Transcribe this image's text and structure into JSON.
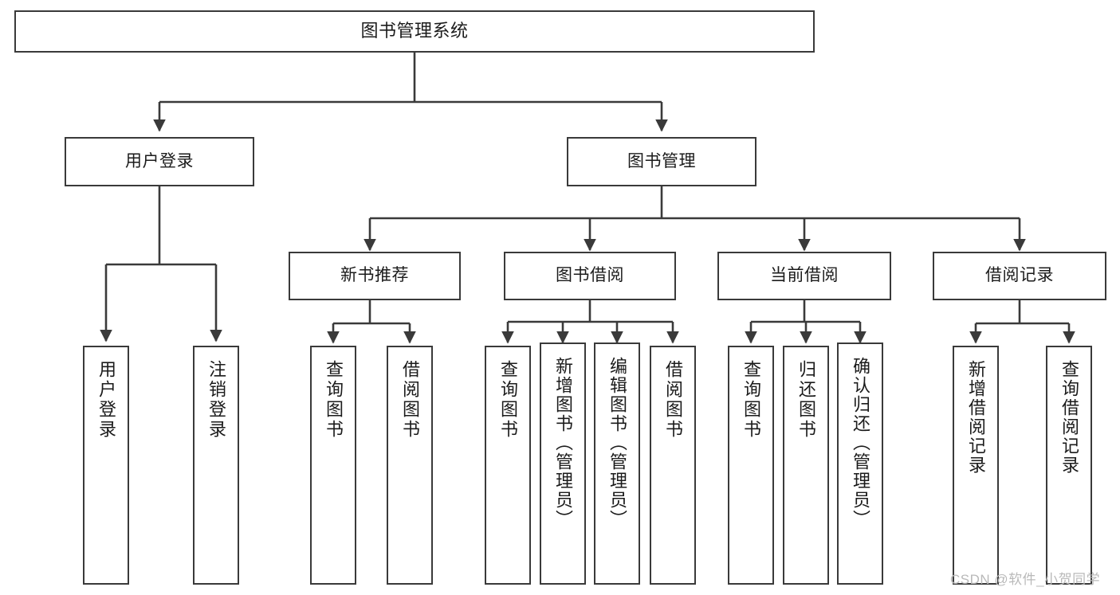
{
  "diagram": {
    "title": "图书管理系统",
    "type": "tree-hierarchy-chart",
    "stroke_color": "#3a3a3a",
    "fill_color": "#ffffff",
    "text_color": "#1b1b1b"
  },
  "root": {
    "label": "图书管理系统"
  },
  "level1": [
    {
      "id": "user-login",
      "label": "用户登录"
    },
    {
      "id": "book-management",
      "label": "图书管理"
    }
  ],
  "level2": [
    {
      "id": "new-book-recommend",
      "label": "新书推荐"
    },
    {
      "id": "book-borrow",
      "label": "图书借阅"
    },
    {
      "id": "current-borrow",
      "label": "当前借阅"
    },
    {
      "id": "borrow-record",
      "label": "借阅记录"
    }
  ],
  "leaves": {
    "user_login": [
      {
        "id": "leaf-user-login",
        "label": "用户登录"
      },
      {
        "id": "leaf-logout-login",
        "label": "注销登录"
      }
    ],
    "new_book_recommend": [
      {
        "id": "leaf-query-book-1",
        "label": "查询图书"
      },
      {
        "id": "leaf-borrow-book-1",
        "label": "借阅图书"
      }
    ],
    "book_borrow": [
      {
        "id": "leaf-query-book-2",
        "label": "查询图书"
      },
      {
        "id": "leaf-add-book",
        "label": "新增图书（管理员）"
      },
      {
        "id": "leaf-edit-book",
        "label": "编辑图书（管理员）"
      },
      {
        "id": "leaf-borrow-book-2",
        "label": "借阅图书"
      }
    ],
    "current_borrow": [
      {
        "id": "leaf-query-book-3",
        "label": "查询图书"
      },
      {
        "id": "leaf-return-book",
        "label": "归还图书"
      },
      {
        "id": "leaf-confirm-return",
        "label": "确认归还（管理员）"
      }
    ],
    "borrow_record": [
      {
        "id": "leaf-add-borrow-record",
        "label": "新增借阅记录"
      },
      {
        "id": "leaf-query-borrow-record",
        "label": "查询借阅记录"
      }
    ]
  },
  "watermark": {
    "text": "CSDN @软件_小贺同学"
  }
}
